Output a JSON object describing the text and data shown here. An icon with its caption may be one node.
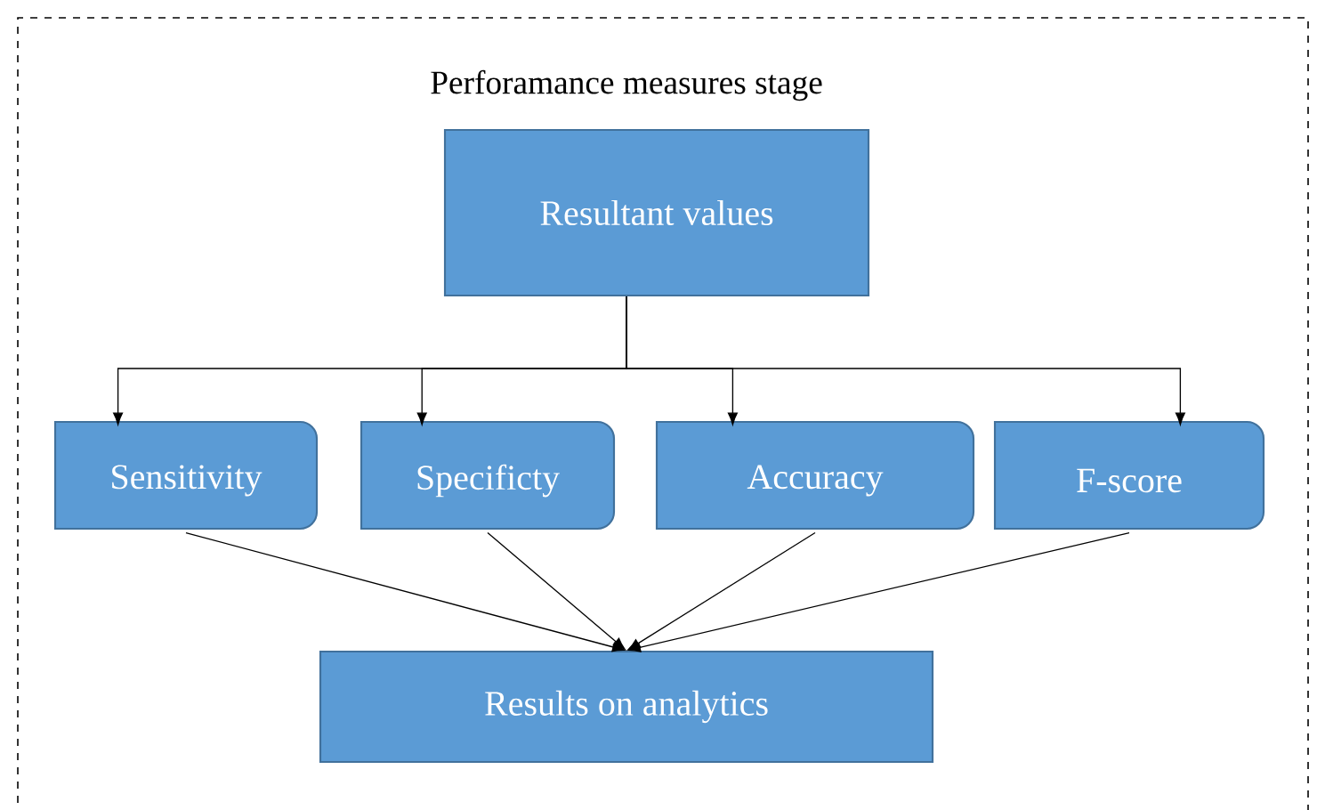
{
  "diagram": {
    "nodes": [
      {
        "text": [
          "Perforamance measures stage"
        ]
      },
      {
        "text": [
          "Resultant values"
        ],
        "in": 0
      },
      {
        "text": [
          "Sensitivity"
        ],
        "in": 0
      },
      {
        "text": [
          "Specificty"
        ],
        "in": 0
      },
      {
        "text": [
          "Accuracy"
        ],
        "in": 0
      },
      {
        "text": [
          "F-score"
        ],
        "in": 0
      },
      {
        "text": [
          "Results on analytics"
        ],
        "in": 0
      }
    ],
    "edges": [
      {
        "from": 1,
        "to": 2,
        "arrow": "to"
      },
      {
        "from": 1,
        "to": 3,
        "arrow": "to"
      },
      {
        "from": 1,
        "to": 4,
        "arrow": "to"
      },
      {
        "from": 1,
        "to": 5,
        "arrow": "to"
      },
      {
        "from": 2,
        "to": 6,
        "arrow": "to"
      },
      {
        "from": 3,
        "to": 6,
        "arrow": "to"
      },
      {
        "from": 4,
        "to": 6,
        "arrow": "to"
      },
      {
        "from": 5,
        "to": 6,
        "arrow": "to"
      }
    ]
  }
}
